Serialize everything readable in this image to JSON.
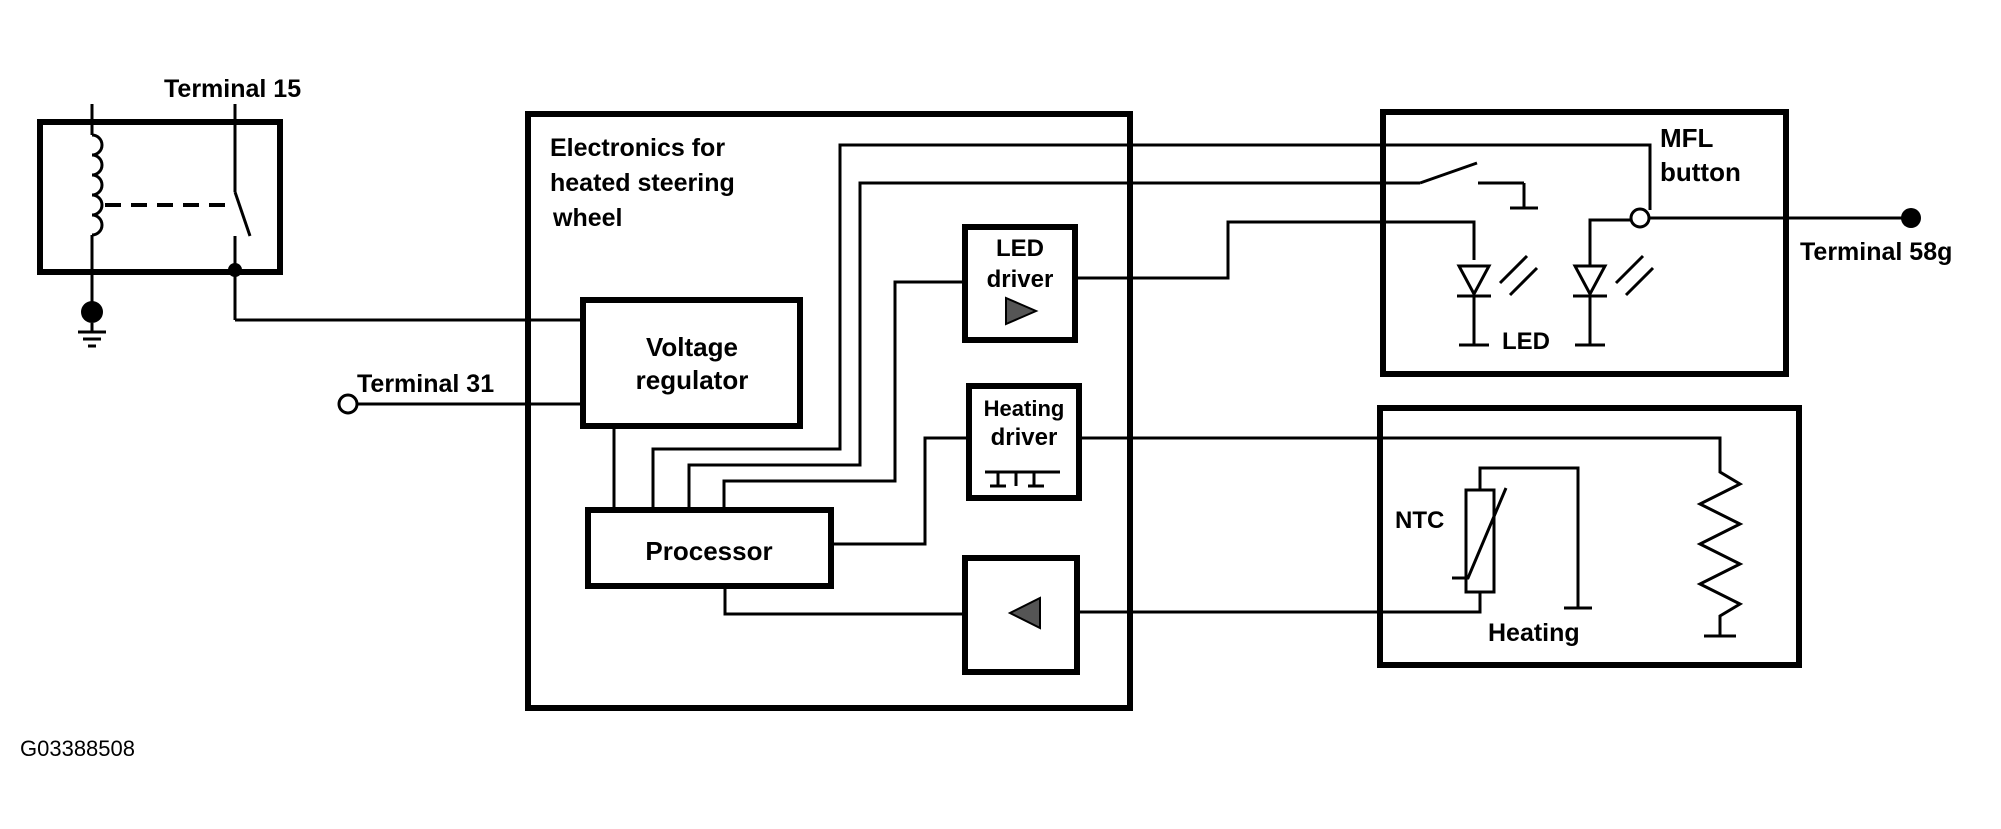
{
  "labels": {
    "terminal_15": "Terminal 15",
    "terminal_31": "Terminal 31",
    "terminal_58g": "Terminal 58g",
    "electronics_line1": "Electronics for",
    "electronics_line2": "heated steering",
    "electronics_line3": "wheel",
    "voltage_regulator_line1": "Voltage",
    "voltage_regulator_line2": "regulator",
    "processor": "Processor",
    "led_driver_line1": "LED",
    "led_driver_line2": "driver",
    "heating_driver_line1": "Heating",
    "heating_driver_line2": "driver",
    "mfl_button_line1": "MFL",
    "mfl_button_line2": "button",
    "led": "LED",
    "ntc": "NTC",
    "heating": "Heating",
    "figure_id": "G03388508"
  }
}
